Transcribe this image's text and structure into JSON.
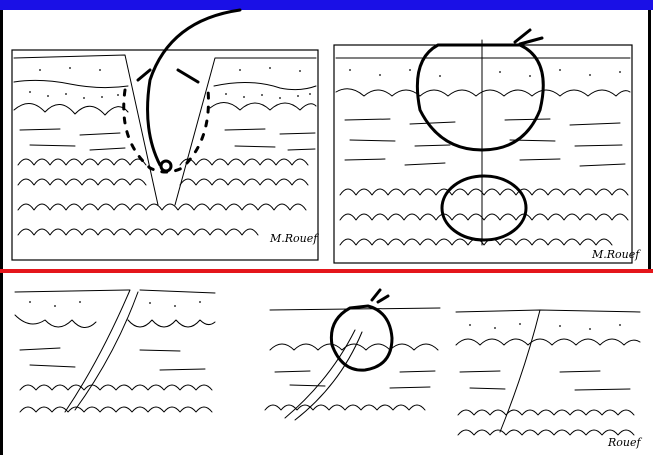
{
  "colors": {
    "top_bar": "#1a10e6",
    "divider": "#e4161b",
    "ink": "#000000",
    "background": "#ffffff"
  },
  "signatures": {
    "panel_a": "M.Rouef",
    "panel_b": "M.Rouef",
    "panel_e": "Rouef"
  }
}
